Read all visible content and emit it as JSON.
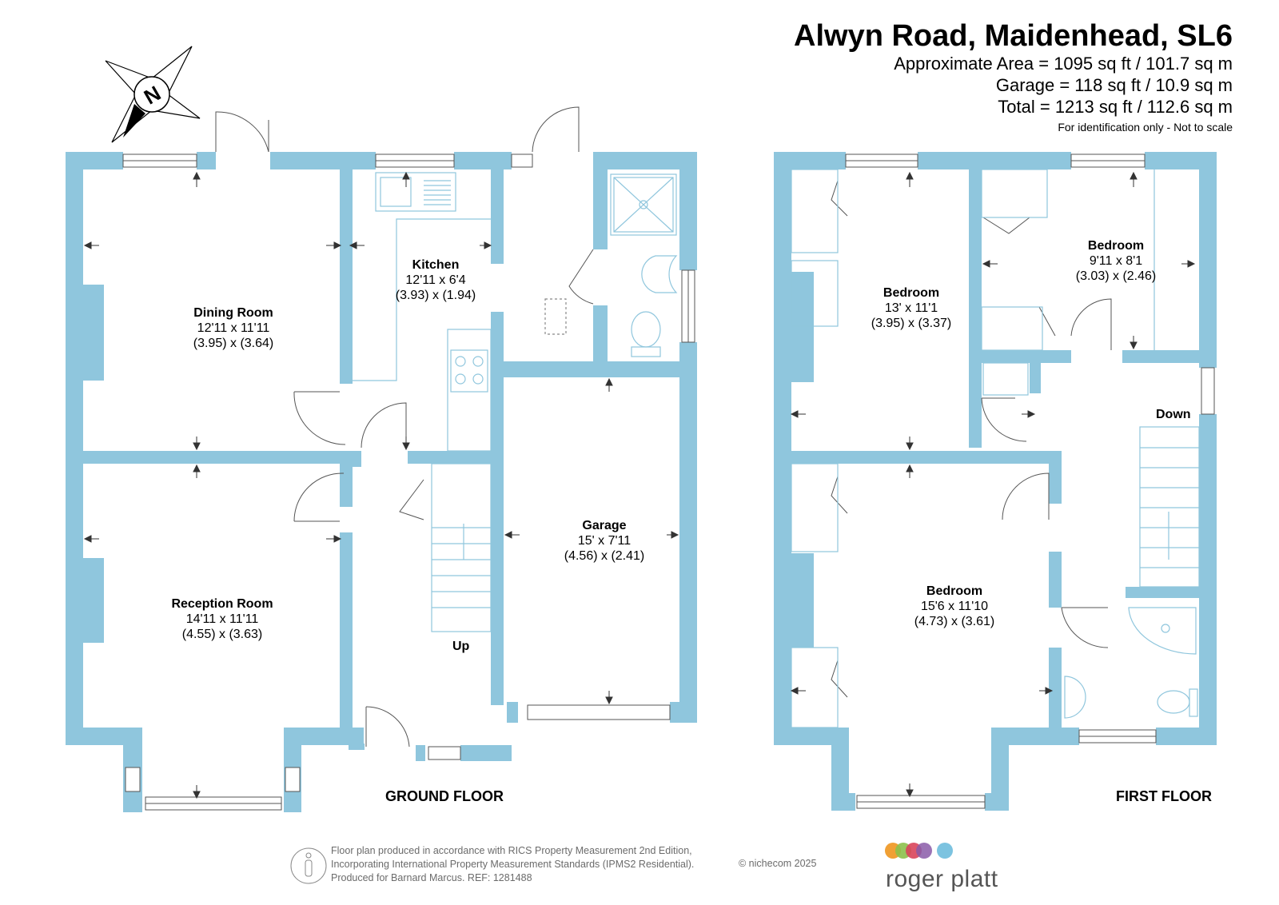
{
  "header": {
    "address": "Alwyn Road, Maidenhead, SL6",
    "approx_area": "Approximate Area = 1095 sq ft / 101.7 sq m",
    "garage_area": "Garage = 118 sq ft / 10.9 sq m",
    "total_area": "Total = 1213 sq ft / 112.6 sq m",
    "disclaimer": "For identification only - Not to scale"
  },
  "compass": {
    "letter": "N"
  },
  "ground_floor": {
    "label": "GROUND FLOOR",
    "stairs_label": "Up",
    "rooms": [
      {
        "name": "Dining Room",
        "imperial": "12'11 x 11'11",
        "metric": "(3.95) x (3.64)"
      },
      {
        "name": "Kitchen",
        "imperial": "12'11 x 6'4",
        "metric": "(3.93) x (1.94)"
      },
      {
        "name": "Reception Room",
        "imperial": "14'11 x 11'11",
        "metric": "(4.55) x (3.63)"
      },
      {
        "name": "Garage",
        "imperial": "15' x 7'11",
        "metric": "(4.56) x (2.41)"
      }
    ]
  },
  "first_floor": {
    "label": "FIRST FLOOR",
    "stairs_label": "Down",
    "rooms": [
      {
        "name": "Bedroom",
        "imperial": "13' x 11'1",
        "metric": "(3.95) x (3.37)"
      },
      {
        "name": "Bedroom",
        "imperial": "9'11 x 8'1",
        "metric": "(3.03) x (2.46)"
      },
      {
        "name": "Bedroom",
        "imperial": "15'6 x 11'10",
        "metric": "(4.73) x (3.61)"
      }
    ]
  },
  "footer": {
    "line1": "Floor plan produced in accordance with RICS Property Measurement 2nd Edition,",
    "line2": "Incorporating International Property Measurement Standards (IPMS2 Residential).",
    "line3": "Produced for Barnard Marcus.   REF:  1281488",
    "credit": "© nichecom 2025",
    "brand": "roger platt"
  },
  "colors": {
    "wall": "#8fc6dd",
    "fixture_line": "#8fc6dd",
    "text": "#000000",
    "logo_orange": "#f0a035",
    "logo_green": "#8cc04b",
    "logo_red": "#d9455b",
    "logo_purple": "#8a5aa8",
    "logo_blue": "#7cc3e0"
  }
}
